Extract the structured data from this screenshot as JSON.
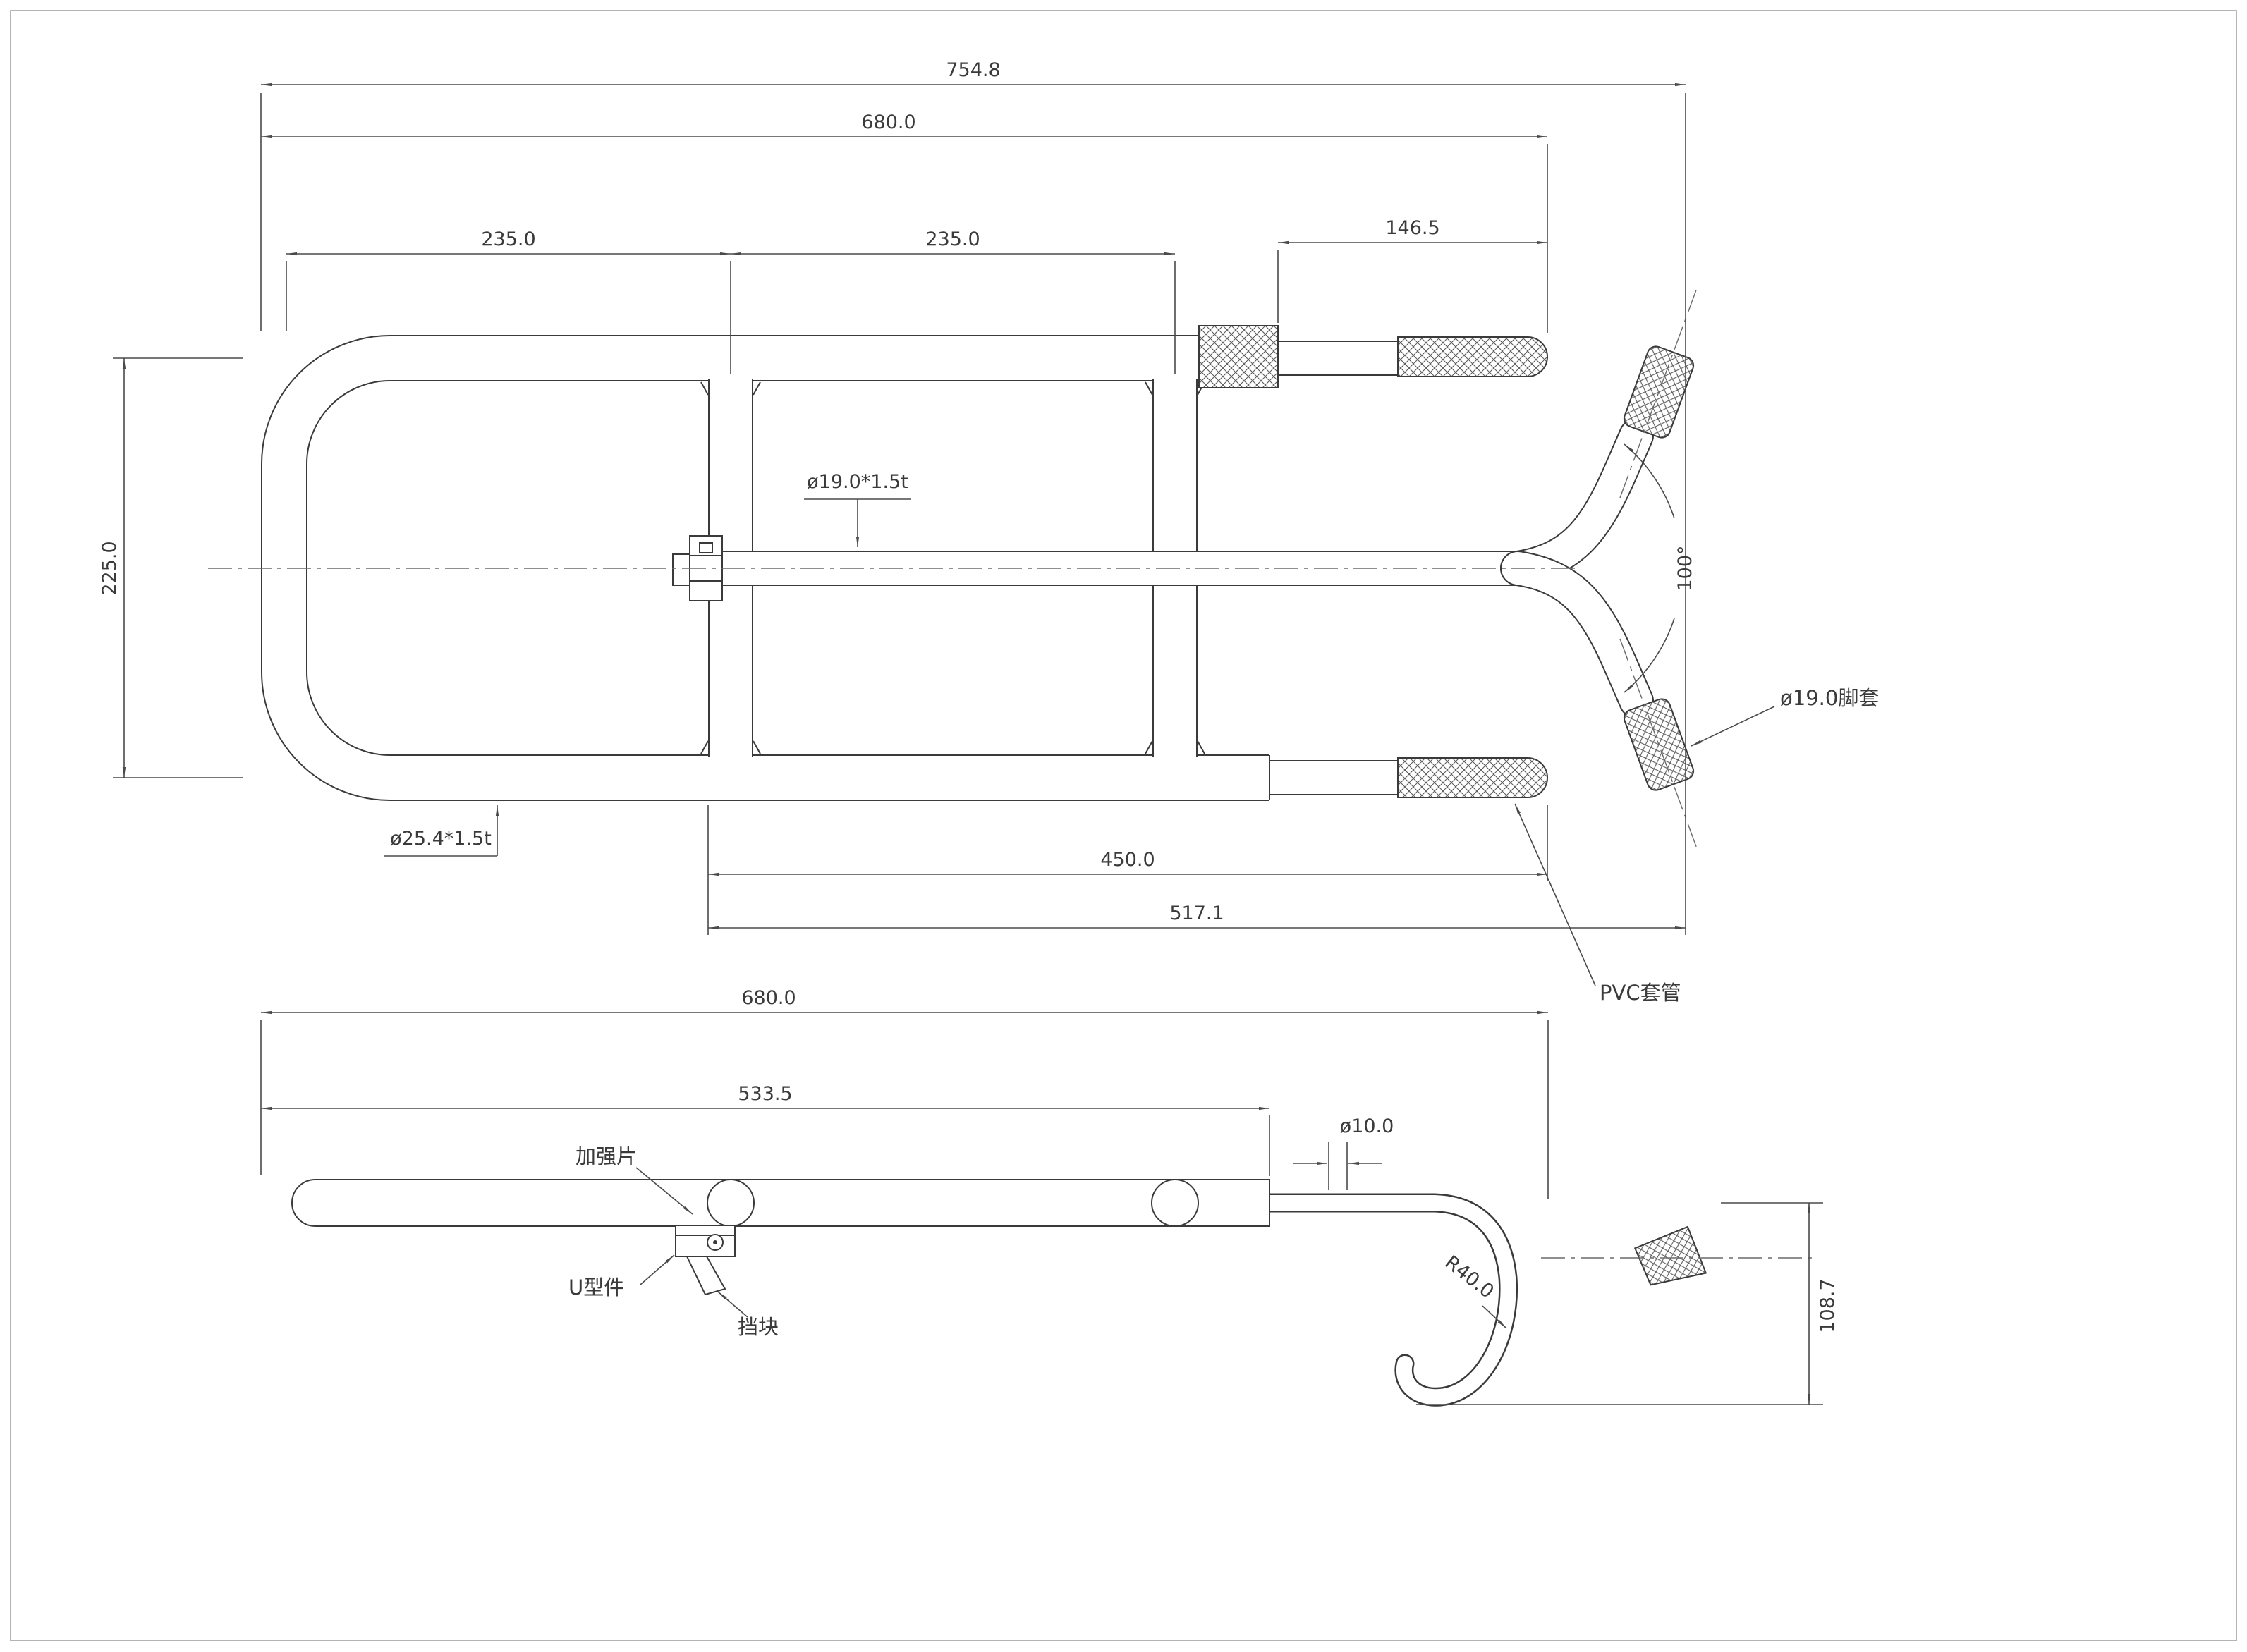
{
  "colors": {
    "line": "#3a3a3a",
    "dimension": "#4a4a4a",
    "background": "#ffffff"
  },
  "top_view": {
    "dims": {
      "overall": "754.8",
      "length_680": "680.0",
      "seg_235_a": "235.0",
      "seg_235_b": "235.0",
      "seg_146_5": "146.5",
      "height_225": "225.0",
      "seg_450": "450.0",
      "seg_517_1": "517.1",
      "angle": "100°"
    },
    "callouts": {
      "tube_19": "ø19.0*1.5t",
      "tube_25": "ø25.4*1.5t",
      "foot_cover": "ø19.0脚套",
      "pvc_sleeve": "PVC套管"
    }
  },
  "side_view": {
    "dims": {
      "length_680": "680.0",
      "length_533_5": "533.5",
      "rod_dia": "ø10.0",
      "bend_radius": "R40.0",
      "height_108_7": "108.7"
    },
    "callouts": {
      "reinforcement_plate": "加强片",
      "u_bracket": "U型件",
      "stop_block": "挡块"
    }
  }
}
